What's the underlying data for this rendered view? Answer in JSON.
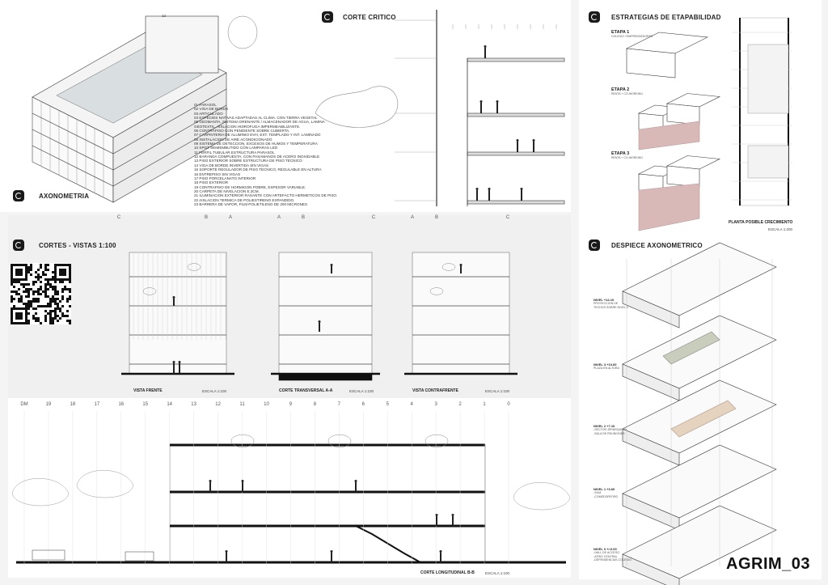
{
  "axonometria": {
    "title": "AXONOMETRIA",
    "callout_top": "12",
    "legend": [
      "01 PARASOL",
      "02 VIGA DE BORDE",
      "03 ARTICULADO",
      "04 ESPECIES NATIVAS ADAPTADAS AL CLIMA. CON TIERRA VEGETAL",
      "05 GEOMANTA, SISTEMA DRENANTE / ALMACENADOR DE AGUA, LAMINA",
      "GEOTEXTIL, AISLACION HIDROFUGA IMPERMEABILIZANTE.",
      "06 CONTRAPISO CON PENDIENTE SOBRE CUBIERTA.",
      "07 CARPINTERIA DE ALUMINIO DVH, EXT. TEMPLADO Y INT. LAMINADO",
      "08 INSTALACION DE AIRE ACONDICIONADO",
      "09 SISTEMA DE DETECCION, EXCESOS DE HUMOS Y TEMPERATURA",
      "10 SPOT SEMIEMBUTIDO CON LAMPARAS LED",
      "11 PERFIL TUBULAR ESTRUCTURA PARASOL",
      "12 BARANDA COMPUESTA, CON PASAMANOS DE ACERO INOXIDABLE",
      "13 PISO EXTERIOR SOBRE ESTRUCTURA DE PISO TECNICO",
      "14 VIGA DE BORDE INVERTIDA SIN VIGAS",
      "15 SOPORTE REGULADOR DE PISO TECNICO, REGULABLE EN ALTURA",
      "16 ENTREPISO SIN VIGAS",
      "17 PISO PORCELANATO INTERIOR",
      "18 PISO EXTERIOR",
      "19 CONTRAPISO DE HORMIGON POBRE, ESPESOR VARIABLE.",
      "20 CARPETA DE NIVELACION E.3CM.",
      "21 ILUMINACION EXTERIOR RASANTE CON ARTEFACTO HERMETICOS DE PISO.",
      "22 AISLACION TERMICA DE POLIESTIRENO EXPANDIDO.",
      "23 BARRERA DE VAPOR, FILM POLIETILENO DE 200 MICRONES"
    ]
  },
  "corte_critico": {
    "title": "CORTE CRITICO"
  },
  "estrategias": {
    "title": "ESTRATEGIAS DE ETAPABILIDAD",
    "stages": [
      {
        "name": "ETAPA 1",
        "desc": "COLEGIO +EMPRENDEDORES"
      },
      {
        "name": "ETAPA 2",
        "desc": "RENTA + CO-WORKING"
      },
      {
        "name": "ETAPA 3",
        "desc": "RENTA + CO-WORKING"
      }
    ],
    "plan_title": "PLANTA POSIBLE CRECIMIENTO",
    "plan_scale": "ESCALA 1:200"
  },
  "cortes": {
    "title": "CORTES - VISTAS 1:100",
    "views": [
      {
        "name": "VISTA FRENTE",
        "scale": "ESCALA 1:100",
        "grid": [
          "C",
          "B",
          "A"
        ]
      },
      {
        "name": "CORTE TRANSVERSAL A-A",
        "scale": "ESCALA 1:100",
        "grid": [
          "A",
          "B",
          "C"
        ]
      },
      {
        "name": "VISTA CONTRAFRENTE",
        "scale": "ESCALA 1:100",
        "grid": [
          "A",
          "B",
          "C"
        ]
      }
    ],
    "longitudinal": {
      "name": "CORTE LONGITUDINAL B-B",
      "scale": "ESCALA 1:100",
      "grid": [
        "DM",
        "19",
        "18",
        "17",
        "16",
        "15",
        "14",
        "13",
        "12",
        "11",
        "10",
        "9",
        "8",
        "7",
        "6",
        "5",
        "4",
        "3",
        "2",
        "1",
        "0"
      ]
    }
  },
  "despiece": {
    "title": "DESPIECE AXONOMETRICO",
    "levels": [
      {
        "name": "NIVEL   +14.10",
        "desc": [
          "PROYECCION DE",
          "TECHOS SOBRE NIVEL 3"
        ]
      },
      {
        "name": "NIVEL 3   +10.60",
        "desc": [
          "PLAZA EN ALTURA"
        ]
      },
      {
        "name": "NIVEL 2   +7.10",
        "desc": [
          "-SECTOR JERARQUICO",
          "-SALA DE REUNIONES"
        ]
      },
      {
        "name": "NIVEL 1   +3.60",
        "desc": [
          "-SUM",
          "-COMEDORFORO"
        ]
      },
      {
        "name": "NIVEL 0   +/-0.00",
        "desc": [
          "-HALL DE ACCESO",
          "-ATRIO CENTRAL",
          "-DEPENDENCIAS COLEGIO"
        ]
      }
    ]
  },
  "brand": "AGRIM_03",
  "colors": {
    "ink": "#222222",
    "stage_pink": "#d9b8b8",
    "panel_gray": "#efefef"
  }
}
